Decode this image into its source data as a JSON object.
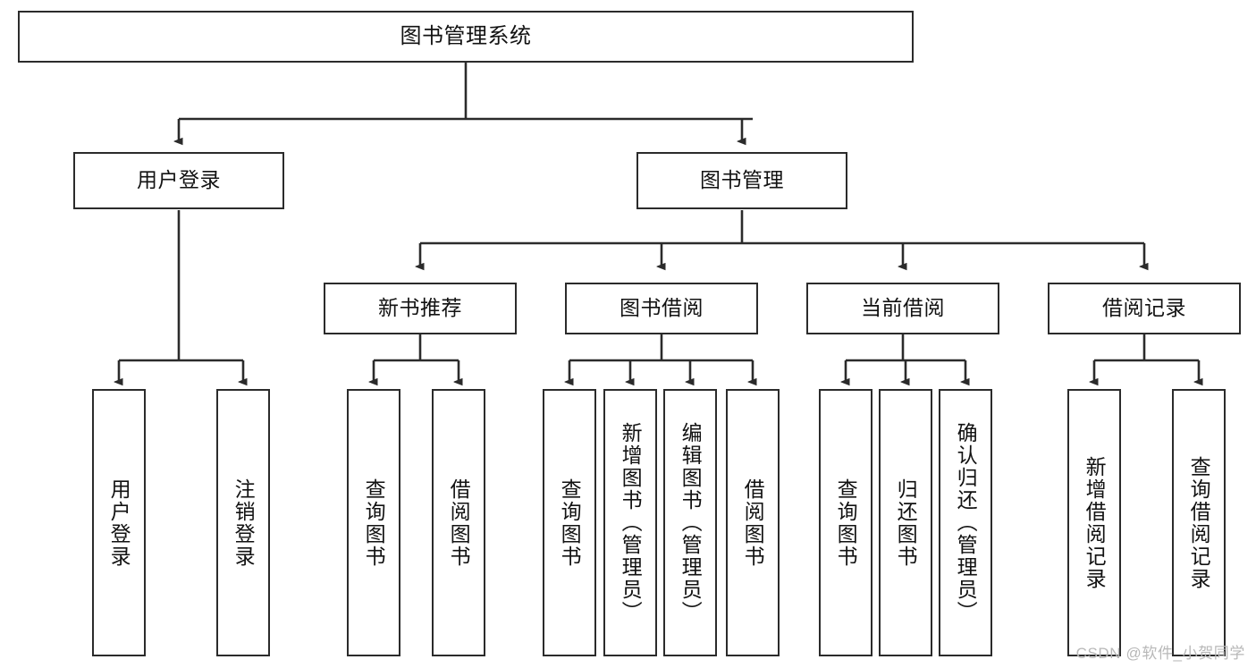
{
  "diagram": {
    "title": "图书管理系统",
    "type": "tree-hierarchy",
    "stroke_color": "#2b2b2b",
    "fill_color": "#ffffff",
    "text_color": "#121212"
  },
  "watermark": {
    "text": "CSDN @软件_小贺同学",
    "color": "#b8b8b8"
  },
  "nodes": {
    "root": {
      "label": "图书管理系统"
    },
    "level2": [
      {
        "label": "用户登录"
      },
      {
        "label": "图书管理"
      }
    ],
    "level3": [
      {
        "label": "新书推荐"
      },
      {
        "label": "图书借阅"
      },
      {
        "label": "当前借阅"
      },
      {
        "label": "借阅记录"
      }
    ],
    "leaves": {
      "user_login": [
        {
          "label": "用户登录"
        },
        {
          "label": "注销登录"
        }
      ],
      "new_book_recommend": [
        {
          "label": "查询图书"
        },
        {
          "label": "借阅图书"
        }
      ],
      "book_borrow": [
        {
          "label": "查询图书"
        },
        {
          "label": "新增图书（管理员）"
        },
        {
          "label": "编辑图书（管理员）"
        },
        {
          "label": "借阅图书"
        }
      ],
      "current_borrow": [
        {
          "label": "查询图书"
        },
        {
          "label": "归还图书"
        },
        {
          "label": "确认归还（管理员）"
        }
      ],
      "borrow_record": [
        {
          "label": "新增借阅记录"
        },
        {
          "label": "查询借阅记录"
        }
      ]
    }
  }
}
